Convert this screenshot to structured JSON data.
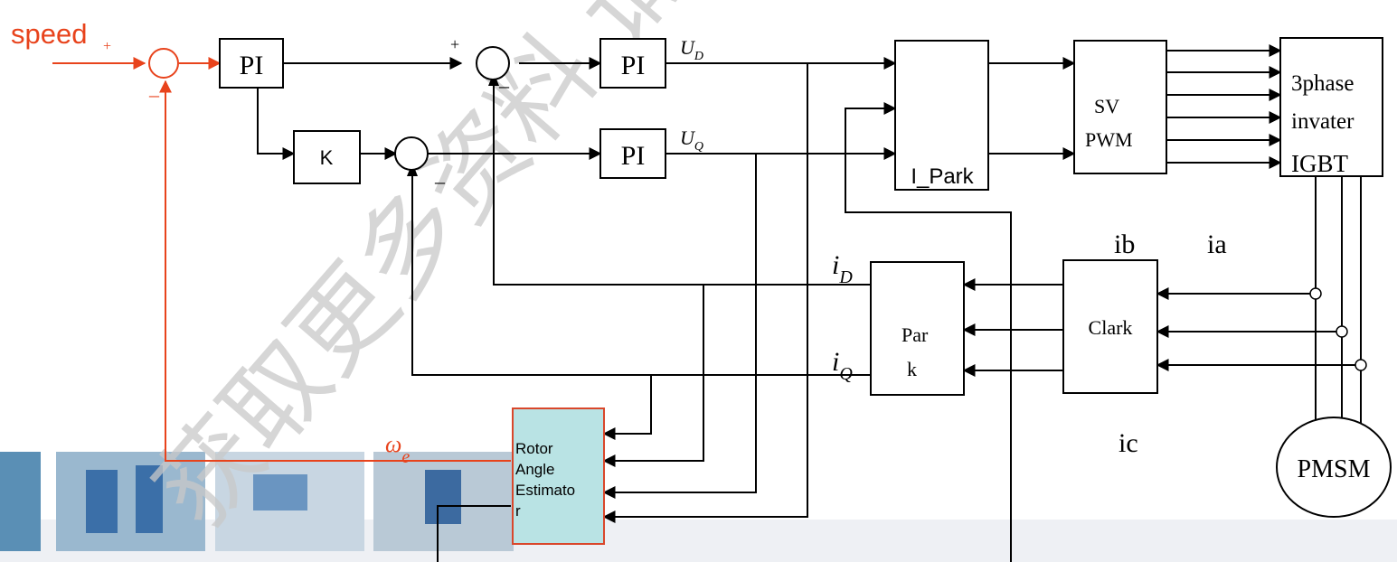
{
  "colors": {
    "line": "#000000",
    "feedback": "#e8431c",
    "estimator_fill": "#b9e3e4",
    "estimator_border": "#d9472b",
    "watermark": "#c9c9c9",
    "photo_strip": "#eef0f4"
  },
  "input": {
    "label": "speed",
    "plus_sign": "+",
    "minus_sign": "–"
  },
  "blocks": {
    "pi_speed": "PI",
    "gain_k": "K",
    "pi_d": "PI",
    "pi_q": "PI",
    "i_park": "I_Park",
    "svpwm": [
      "SV",
      "PWM"
    ],
    "inverter": [
      "3phase",
      "invater",
      "IGBT"
    ],
    "park": [
      "Par",
      "k"
    ],
    "clark": "Clark",
    "motor": "PMSM",
    "estimator": [
      "Rotor",
      "Angle",
      "Estimato",
      "r"
    ]
  },
  "signals": {
    "ud": "U",
    "ud_sub": "D",
    "uq": "U",
    "uq_sub": "Q",
    "id": "i",
    "id_sub": "D",
    "iq": "i",
    "iq_sub": "Q",
    "omega": "ω",
    "omega_sub": "e",
    "ia": "ia",
    "ib": "ib",
    "ic": "ic"
  },
  "summing_signs": {
    "d_plus": "+",
    "d_minus": "–",
    "q_minus": "–"
  },
  "watermark": "获取更多资料 请"
}
